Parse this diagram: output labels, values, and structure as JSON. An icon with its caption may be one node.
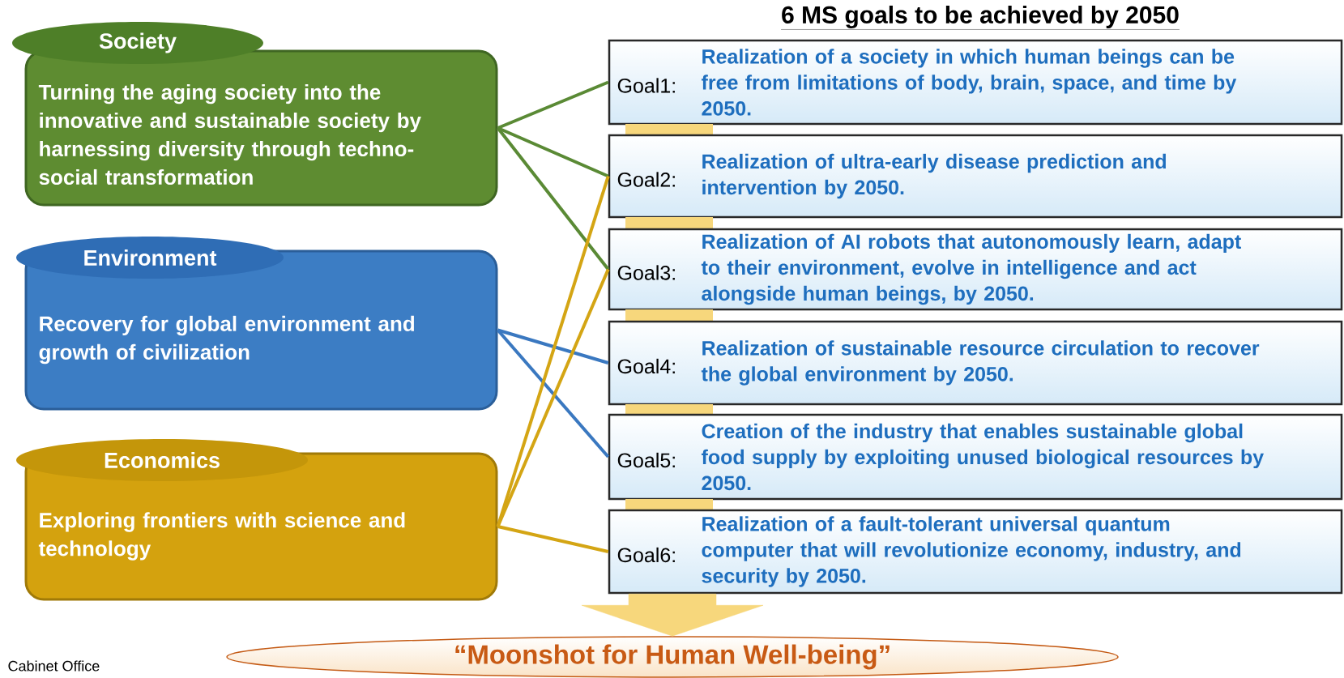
{
  "diagram": {
    "title": "6 MS goals to be achieved by 2050",
    "nodes": [
      {
        "text": [
          "Society",
          "Turning the aging society into the innovative and sustainable society by harnessing diversity through techno-social transformation"
        ]
      },
      {
        "text": [
          "Environment",
          "Recovery for global environment and growth of civilization"
        ]
      },
      {
        "text": [
          "Economics",
          "Exploring frontiers with science and technology"
        ]
      },
      {
        "text": [
          "Goal1:",
          "Realization of a society in which human beings can be free from limitations of body, brain, space, and time by 2050."
        ]
      },
      {
        "text": [
          "Goal2:",
          "Realization of ultra-early disease prediction and intervention by 2050."
        ]
      },
      {
        "text": [
          "Goal3:",
          "Realization of AI robots that autonomously learn, adapt to their environment, evolve in intelligence and act alongside human beings, by 2050."
        ]
      },
      {
        "text": [
          "Goal4:",
          "Realization of sustainable resource circulation to recover the global environment by 2050."
        ]
      },
      {
        "text": [
          "Goal5:",
          "Creation of the industry that enables sustainable global food supply by exploiting unused biological resources by 2050."
        ]
      },
      {
        "text": [
          "Goal6:",
          "Realization of a fault-tolerant universal quantum computer that will revolutionize economy, industry, and security by 2050."
        ]
      },
      {
        "text": [
          "“Moonshot for Human Well-being”"
        ]
      }
    ],
    "edges": [
      {
        "from": 0,
        "to": 3,
        "arrow": "none",
        "color": "#5a8a35"
      },
      {
        "from": 0,
        "to": 4,
        "arrow": "none",
        "color": "#5a8a35"
      },
      {
        "from": 0,
        "to": 5,
        "arrow": "none",
        "color": "#5a8a35"
      },
      {
        "from": 1,
        "to": 6,
        "arrow": "none",
        "color": "#3a78c0"
      },
      {
        "from": 1,
        "to": 7,
        "arrow": "none",
        "color": "#3a78c0"
      },
      {
        "from": 2,
        "to": 4,
        "arrow": "none",
        "color": "#d4a514"
      },
      {
        "from": 2,
        "to": 5,
        "arrow": "none",
        "color": "#d4a514"
      },
      {
        "from": 2,
        "to": 8,
        "arrow": "none",
        "color": "#d4a514"
      },
      {
        "from": 8,
        "to": 9,
        "arrow": "to",
        "style": "thick",
        "color": "#f7d77c"
      }
    ],
    "labels": [
      "Cabinet Office"
    ]
  }
}
